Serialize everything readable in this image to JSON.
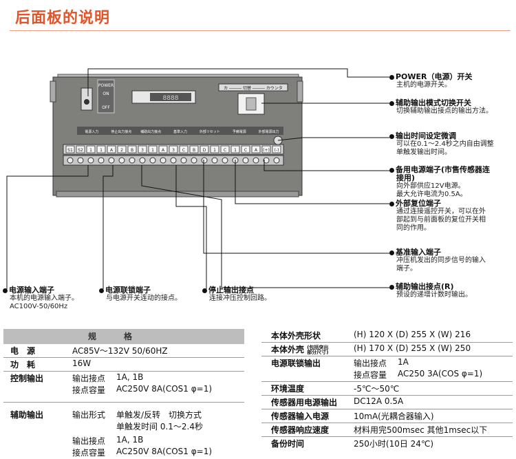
{
  "page_title": "后面板的说明",
  "panel": {
    "power_switch": {
      "on": "ON",
      "off": "OFF",
      "label": "POWER"
    },
    "display_text": "8888",
    "selector_label": "カ ――― 切替 ――― カウンタ",
    "group_labels": [
      "電源入力",
      "停止出力接点",
      "補助出力接点",
      "基準入力",
      "外部リセット",
      "予備電源",
      "外部電源出力"
    ],
    "terminal_labels": [
      "S1",
      "S2",
      "1",
      "1",
      "A",
      "2",
      "B",
      "3",
      "1",
      "A",
      "3",
      "C",
      "B",
      "D",
      "1",
      "C",
      "1",
      "C",
      "A",
      "(+)",
      "(-)"
    ]
  },
  "callouts": {
    "power": {
      "head": "POWER（电源）开关",
      "lines": [
        "主机的电源开关。"
      ]
    },
    "aux_mode": {
      "head": "辅助输出模式切换开关",
      "lines": [
        "切换辅助输出接点的输出方法。"
      ]
    },
    "output_time": {
      "head": "输出时间设定微调",
      "lines": [
        "可以在0.1～2.4秒之内自由调整",
        "单触发输出时间。"
      ]
    },
    "spare_power": {
      "head": "备用电源端子(市售传感器连",
      "head2": "接用)",
      "lines": [
        "向外部供应12V电源。",
        "最大允许电流为0.5A。"
      ]
    },
    "ext_reset": {
      "head": "外部复位端子",
      "lines": [
        "通过连接遥控开关，可以在外",
        "部起到与前面板的复位开关相",
        "同的作用。"
      ]
    },
    "ref_input": {
      "head": "基准输入端子",
      "lines": [
        "冲压机发出的同步信号的输入",
        "端子。"
      ]
    },
    "aux_contact": {
      "head": "辅助输出接点(R)",
      "lines": [
        "预设的递增计数时输出。"
      ]
    },
    "power_input": {
      "head": "电源输入端子",
      "lines": [
        "本机的电源输入端子。",
        "AC100V-50/60Hz"
      ]
    },
    "interlock": {
      "head": "电源联锁端子",
      "lines": [
        "与电源开关连动的接点。"
      ]
    },
    "stop_output": {
      "head": "停止输出接点",
      "lines": [
        "连接冲压控制回路。"
      ]
    }
  },
  "spec_left": {
    "header": "规格",
    "rows": [
      {
        "k": "电　源",
        "v": "AC85V～132V  50/60HZ"
      },
      {
        "k": "功　耗",
        "v": "16W"
      },
      {
        "k": "控制输出",
        "sub": [
          [
            "输出接点",
            "1A, 1B"
          ],
          [
            "接点容量",
            "AC250V  8A(COS1 φ=1)"
          ]
        ]
      },
      {
        "k": "辅助输出",
        "sub": [
          [
            "输出形式",
            "单触发/反转　切换方式"
          ],
          [
            "",
            "单触发时间  0.1～2.4秒"
          ],
          [
            "输出接点",
            "1A, 1B"
          ],
          [
            "接点容量",
            "AC250V  8A(COS1 φ=1)"
          ]
        ]
      }
    ]
  },
  "spec_right": {
    "rows": [
      {
        "k": "本体外壳形状",
        "v": "(H) 120 X (D) 255 X (W) 216"
      },
      {
        "k": "本体外壳",
        "small": "(包括突出\n部分尺寸)",
        "v": "(H) 170 X (D) 255 X (W) 250"
      },
      {
        "k": "电源联锁输出",
        "sub": [
          [
            "输出接点",
            "1A"
          ],
          [
            "接点容量",
            "AC250    3A(COS φ=1)"
          ]
        ]
      },
      {
        "k": "环境温度",
        "v": "-5℃～50℃"
      },
      {
        "k": "传感器用电源输出",
        "v": "DC12A   0.5A"
      },
      {
        "k": "传感器输入电源",
        "v": "10mA(光耦合器输入)"
      },
      {
        "k": "传感器响应速度",
        "v": "材料用完500msec   其他1msec以下"
      },
      {
        "k": "备份时间",
        "v": "250小时(10日  24℃)"
      }
    ]
  }
}
